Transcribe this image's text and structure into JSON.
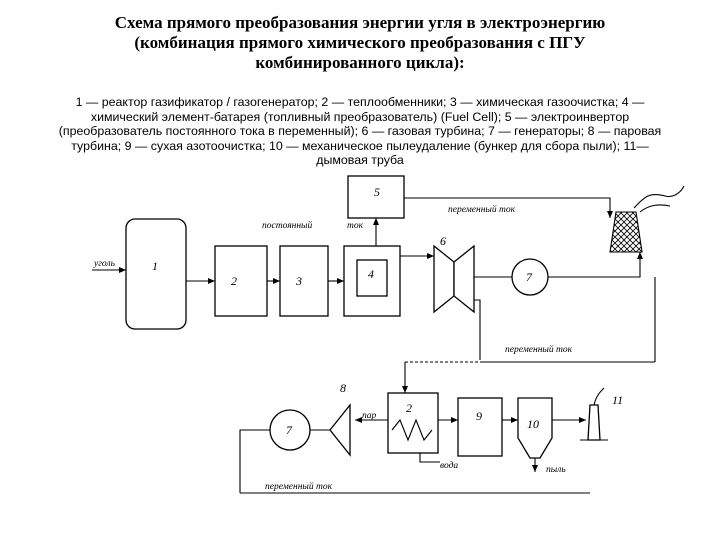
{
  "title": {
    "line1": "Схема прямого преобразования энергии угля в электроэнергию",
    "line2": "(комбинация прямого химического преобразования с ПГУ",
    "line3": "комбинированного цикла):"
  },
  "caption": {
    "line1": "1 — реактор газификатор / газогенератор; 2 — теплообменники; 3 — химическая  газоочистка; 4 —",
    "line2": "химический элемент-батарея (топливный преобразователь) (Fuel Cell); 5 — электроинвертор",
    "line3": "(преобразователь постоянного тока в переменный); 6 — газовая турбина; 7 — генераторы; 8 — паровая",
    "line4": "турбина; 9 — сухая азотоочистка; 10 — механическое пылеудаление (бункер для сбора пыли); 11—",
    "line5": "дымовая труба"
  },
  "diagram": {
    "labels": {
      "coal": "уголь",
      "dc_current": "постоянный",
      "dc_current2": "ток",
      "ac_current_top": "переменный ток",
      "ac_current_mid": "переменный ток",
      "ac_current_bottom": "переменный ток",
      "steam": "пар",
      "water": "вода",
      "dust": "пыль"
    },
    "numbers": {
      "n1": "1",
      "n2": "2",
      "n3": "3",
      "n4": "4",
      "n5": "5",
      "n6": "6",
      "n7a": "7",
      "n2b": "2",
      "n7b": "7",
      "n8": "8",
      "n9": "9",
      "n10": "10",
      "n11": "11"
    }
  }
}
